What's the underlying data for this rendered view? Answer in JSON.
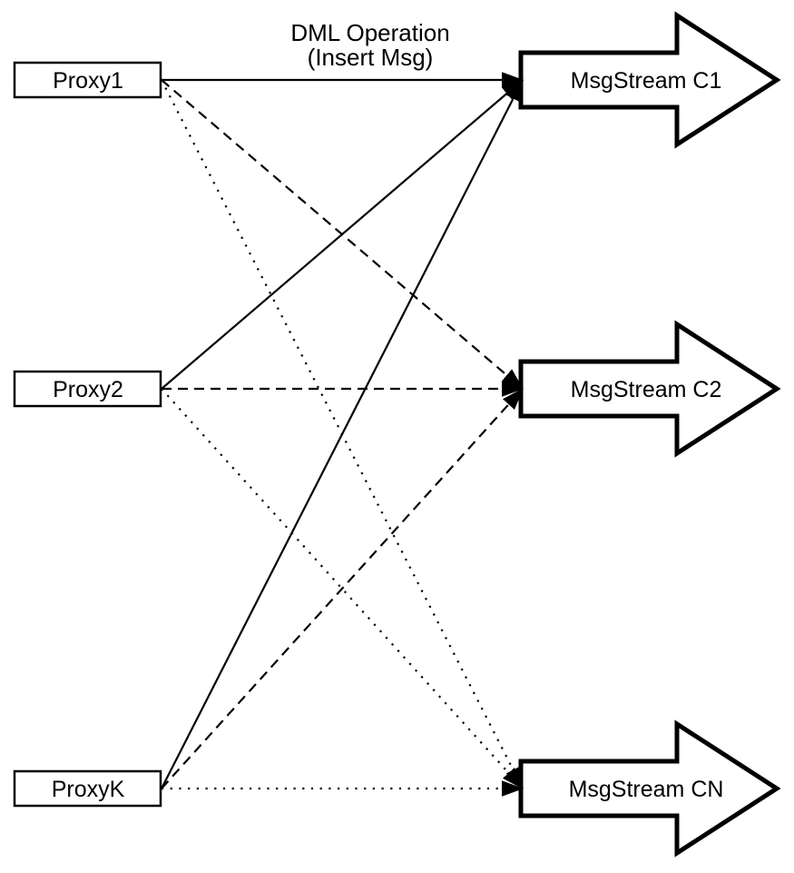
{
  "diagram": {
    "background_color": "#ffffff",
    "stroke_color": "#000000",
    "title": {
      "line1": "DML Operation",
      "line2": "(Insert Msg)"
    },
    "proxies": [
      {
        "id": "proxy1",
        "label": "Proxy1"
      },
      {
        "id": "proxy2",
        "label": "Proxy2"
      },
      {
        "id": "proxyk",
        "label": "ProxyK"
      }
    ],
    "streams": [
      {
        "id": "c1",
        "label": "MsgStream C1",
        "incoming_edge_style": "solid"
      },
      {
        "id": "c2",
        "label": "MsgStream C2",
        "incoming_edge_style": "dashed"
      },
      {
        "id": "cn",
        "label": "MsgStream CN",
        "incoming_edge_style": "dotted"
      }
    ],
    "edges": [
      {
        "from": "Proxy1",
        "to": "MsgStream C1",
        "style": "solid"
      },
      {
        "from": "Proxy2",
        "to": "MsgStream C1",
        "style": "solid"
      },
      {
        "from": "ProxyK",
        "to": "MsgStream C1",
        "style": "solid"
      },
      {
        "from": "Proxy1",
        "to": "MsgStream C2",
        "style": "dashed"
      },
      {
        "from": "Proxy2",
        "to": "MsgStream C2",
        "style": "dashed"
      },
      {
        "from": "ProxyK",
        "to": "MsgStream C2",
        "style": "dashed"
      },
      {
        "from": "Proxy1",
        "to": "MsgStream CN",
        "style": "dotted"
      },
      {
        "from": "Proxy2",
        "to": "MsgStream CN",
        "style": "dotted"
      },
      {
        "from": "ProxyK",
        "to": "MsgStream CN",
        "style": "dotted"
      }
    ]
  }
}
